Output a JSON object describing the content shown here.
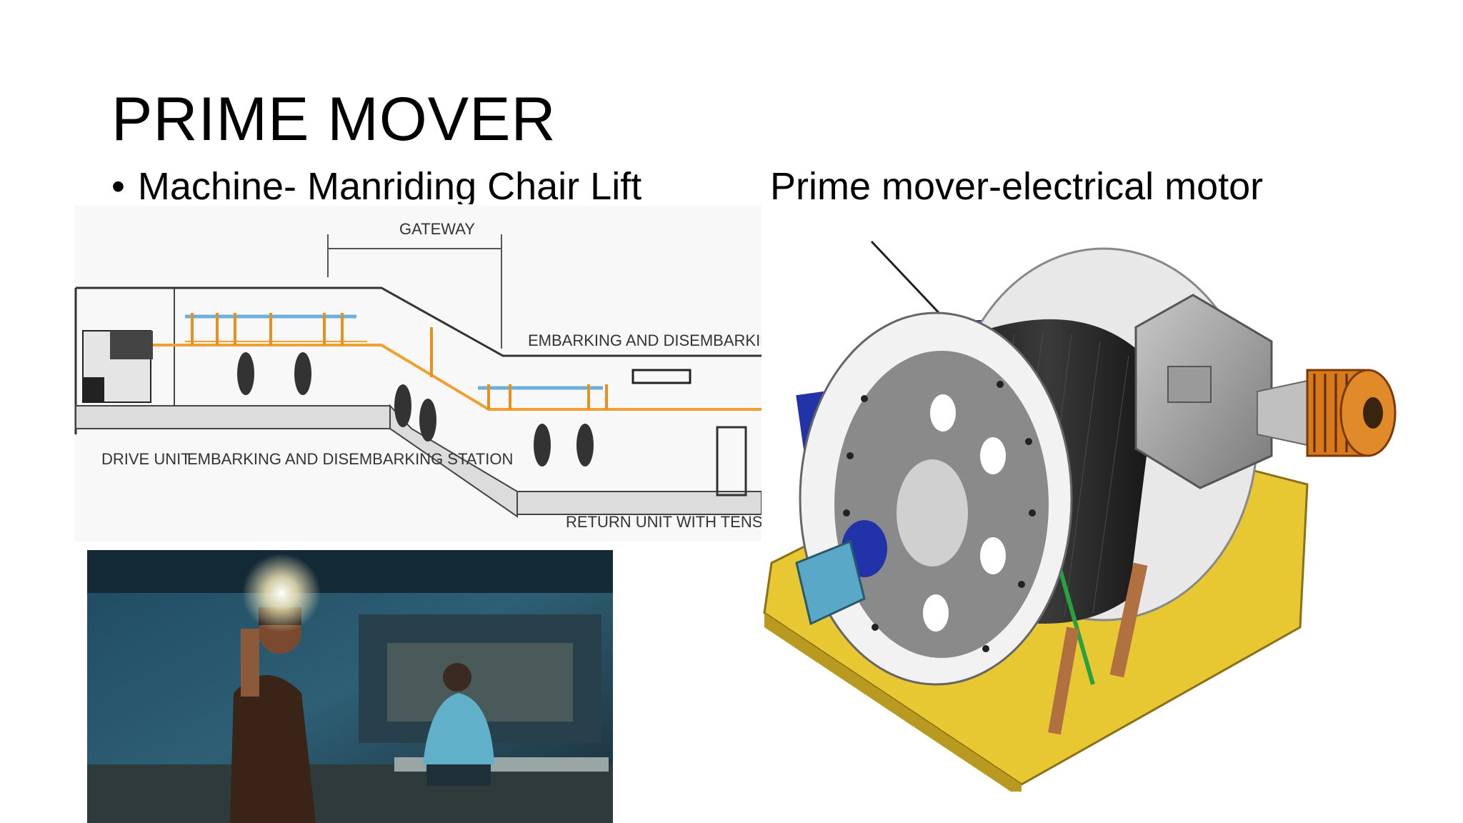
{
  "slide": {
    "title": "PRIME MOVER",
    "bullet_text": "Machine- Manriding Chair Lift",
    "right_caption": "Prime mover-electrical motor"
  },
  "diagram": {
    "labels": {
      "gateway": "GATEWAY",
      "upper_station": "EMBARKING AND DISEMBARKING STATION",
      "drive_unit": "DRIVE UNIT",
      "lower_station": "EMBARKING AND DISEMBARKING STATION",
      "return_unit": "RETURN UNIT WITH TENSIONING TO"
    }
  },
  "colors": {
    "rope": "#f0a030",
    "rail": "#6ab0d8",
    "frame_yellow": "#e8c832",
    "drum_dark": "#2a2a2a",
    "motor_orange": "#d97a1a",
    "bracket_blue": "#2233aa"
  }
}
